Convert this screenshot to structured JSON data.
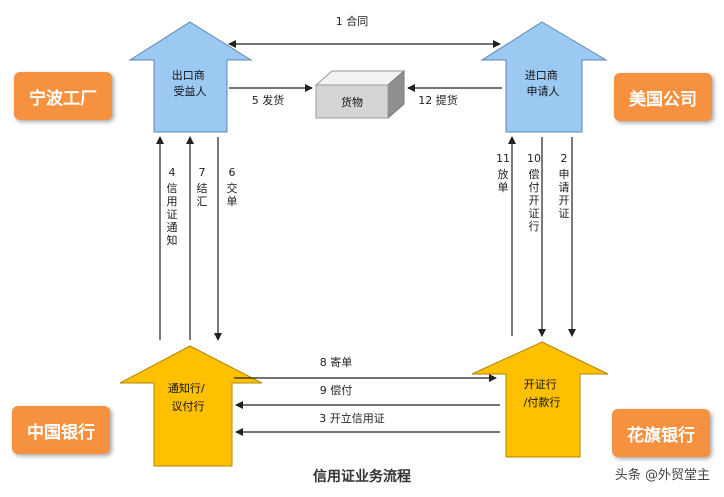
{
  "parties": {
    "exporter": "出口商\n受益人",
    "importer": "进口商\n申请人",
    "advising_bank": "通知行/\n议付行",
    "issuing_bank": "开证行\n/付款行"
  },
  "goods": "货物",
  "tags": {
    "ningbo": "宁波工厂",
    "usa": "美国公司",
    "china_bank": "中国银行",
    "citibank": "花旗银行"
  },
  "steps": {
    "s1": "1 合同",
    "s2": "2申请开证",
    "s3": "3 开立信用证",
    "s4": "4 信用证通知",
    "s5": "5 发货",
    "s6": "6 交单",
    "s7": "7 结汇",
    "s8": "8 寄单",
    "s9": "9 偿付",
    "s10": "10 偿付开证行",
    "s11": "11 放单",
    "s12": "12 提货"
  },
  "title": "信用证业务流程",
  "watermark": "头条 @外贸堂主",
  "colors": {
    "blue_arrow": "#9cc9f2",
    "yellow_arrow": "#ffc000",
    "tag_orange": "#f5913f"
  }
}
